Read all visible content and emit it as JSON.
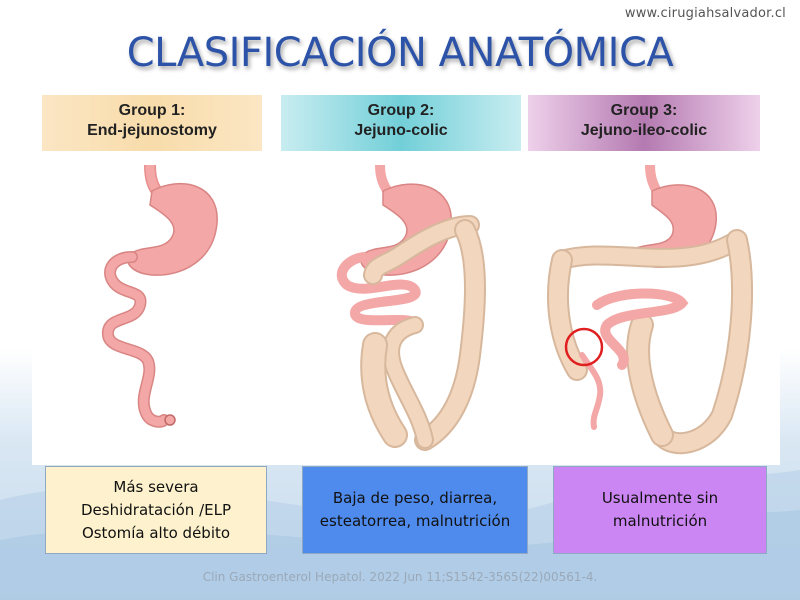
{
  "website": "www.cirugiahsalvador.cl",
  "title": "CLASIFICACIÓN ANATÓMICA",
  "groups": [
    {
      "label": "Group 1:",
      "type": "End-jejunostomy",
      "color": "#f8dcaa",
      "description": [
        "Más severa",
        "Deshidratación /ELP",
        "Ostomía alto débito"
      ],
      "box_color": "#fdf2cd"
    },
    {
      "label": "Group 2:",
      "type": "Jejuno-colic",
      "color": "#72cfd8",
      "description": [
        "Baja de peso, diarrea,",
        "esteatorrea, malnutrición"
      ],
      "box_color": "#4f8bec"
    },
    {
      "label": "Group 3:",
      "type": "Jejuno-ileo-colic",
      "color": "#b47ab1",
      "description": [
        "Usualmente sin",
        "malnutrición"
      ],
      "box_color": "#cc86f3"
    }
  ],
  "citation": "Clin Gastroenterol Hepatol. 2022 Jun 11;S1542-3565(22)00561-4.",
  "colors": {
    "title": "#2c53a8",
    "stomach": "#f3a7a6",
    "colon": "#f2d6bd",
    "highlight_circle": "#e02020"
  }
}
